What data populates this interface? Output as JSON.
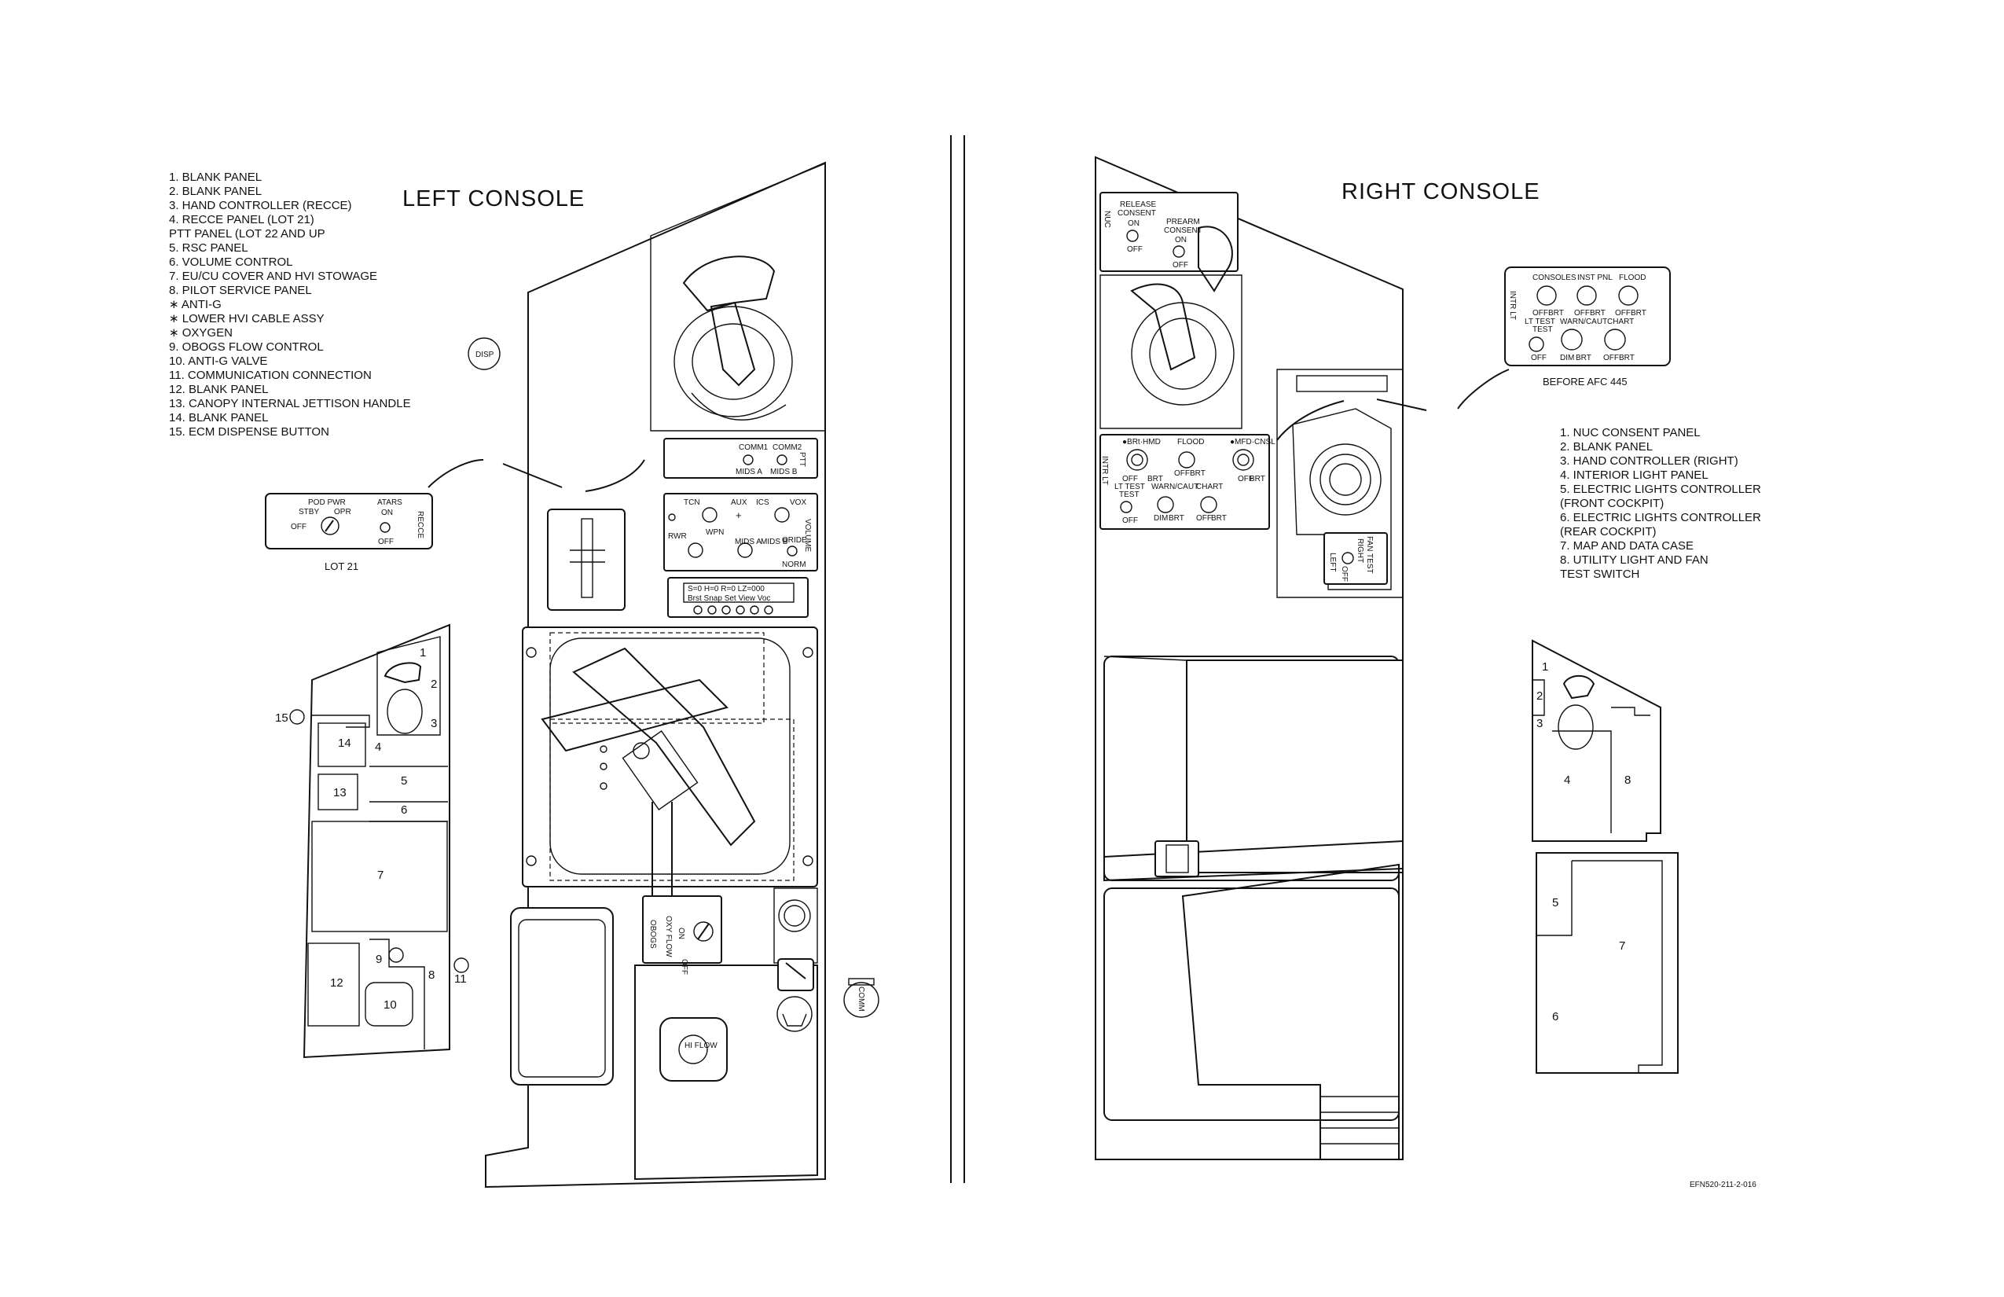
{
  "left": {
    "title": "LEFT CONSOLE",
    "legend": [
      "1.  BLANK PANEL",
      "2.  BLANK PANEL",
      "3.  HAND CONTROLLER (RECCE)",
      "4.  RECCE PANEL (LOT 21)",
      "     PTT PANEL (LOT 22 AND UP",
      "5.  RSC PANEL",
      "6.  VOLUME CONTROL",
      "7.  EU/CU COVER AND HVI STOWAGE",
      "8.  PILOT SERVICE PANEL",
      "     ∗ ANTI-G",
      "     ∗ LOWER HVI CABLE ASSY",
      "     ∗ OXYGEN",
      "9.  OBOGS FLOW CONTROL",
      "10.  ANTI-G VALVE",
      "11.  COMMUNICATION CONNECTION",
      "12.  BLANK PANEL",
      "13.  CANOPY INTERNAL JETTISON HANDLE",
      "14.  BLANK PANEL",
      "15.  ECM DISPENSE BUTTON"
    ],
    "lot_label": "LOT 21",
    "recce_panel": {
      "pod_pwr": "POD PWR",
      "stby": "STBY",
      "opr": "OPR",
      "off": "OFF",
      "atars": "ATARS",
      "on": "ON",
      "off2": "OFF",
      "recce": "RECCE"
    },
    "disp": "DISP",
    "ptt": {
      "comm1": "COMM1",
      "comm2": "COMM2",
      "mids_a": "MIDS A",
      "mids_b": "MIDS B",
      "ptt": "PTT"
    },
    "vol": {
      "tcn": "TCN",
      "aux": "AUX",
      "ics": "ICS",
      "vox": "VOX",
      "rwr": "RWR",
      "wpn": "WPN",
      "mids_a": "MIDS A",
      "mids_b": "MIDS B",
      "oride": "ORIDE",
      "norm": "NORM",
      "volume": "VOLUME"
    },
    "rsc": {
      "row1": "S=0   H=0   R=0   LZ=000",
      "row2": "Brst Snap Set  View Voc"
    },
    "obogs": "OBOGS",
    "oxy_flow": "OXY FLOW",
    "oxy_on": "ON",
    "oxy_off": "OFF",
    "hi_flow": "HI FLOW",
    "comm": "COMM",
    "inset_numbers": [
      "1",
      "2",
      "3",
      "4",
      "5",
      "6",
      "7",
      "8",
      "9",
      "10",
      "11",
      "12",
      "13",
      "14",
      "15"
    ]
  },
  "right": {
    "title": "RIGHT CONSOLE",
    "legend": [
      "1.  NUC CONSENT PANEL",
      "2.  BLANK PANEL",
      "3.  HAND CONTROLLER (RIGHT)",
      "4.  INTERIOR LIGHT PANEL",
      "5.  ELECTRIC LIGHTS CONTROLLER",
      "     (FRONT COCKPIT)",
      "6.  ELECTRIC LIGHTS CONTROLLER",
      "     (REAR COCKPIT)",
      "7.  MAP AND DATA CASE",
      "8.  UTILITY LIGHT AND FAN",
      "     TEST SWITCH"
    ],
    "afc_label": "BEFORE AFC 445",
    "nuc": {
      "vertical": "NUC",
      "release": "RELEASE",
      "consent": "CONSENT",
      "on": "ON",
      "off": "OFF",
      "prearm": "PREARM",
      "consent2": "CONSENT",
      "on2": "ON",
      "off2": "OFF"
    },
    "intr_panel": {
      "consoles": "CONSOLES",
      "inst_pnl": "INST PNL",
      "flood": "FLOOD",
      "lt_test": "LT TEST",
      "warn_caut": "WARN/CAUT",
      "chart": "CHART",
      "off": "OFF",
      "brt": "BRT",
      "dim": "DIM",
      "test": "TEST",
      "intr_lt": "INTR LT"
    },
    "ltctl": {
      "brt_hmd": "●BRt·HMD",
      "flood": "FLOOD",
      "mfd_cnsl": "●MFD·CNSL",
      "lt_test": "LT TEST",
      "warn_caut": "WARN/CAUT",
      "chart": "CHART",
      "test": "TEST",
      "off": "OFF",
      "brt": "BRT",
      "dim": "DIM",
      "intr_lt": "INTR LT"
    },
    "fan": {
      "fan_test": "FAN TEST",
      "right": "RIGHT",
      "off": "OFF",
      "left": "LEFT"
    },
    "inset_numbers": [
      "1",
      "2",
      "3",
      "4",
      "5",
      "6",
      "7",
      "8"
    ]
  },
  "figure_id": "EFN520-211-2-016"
}
